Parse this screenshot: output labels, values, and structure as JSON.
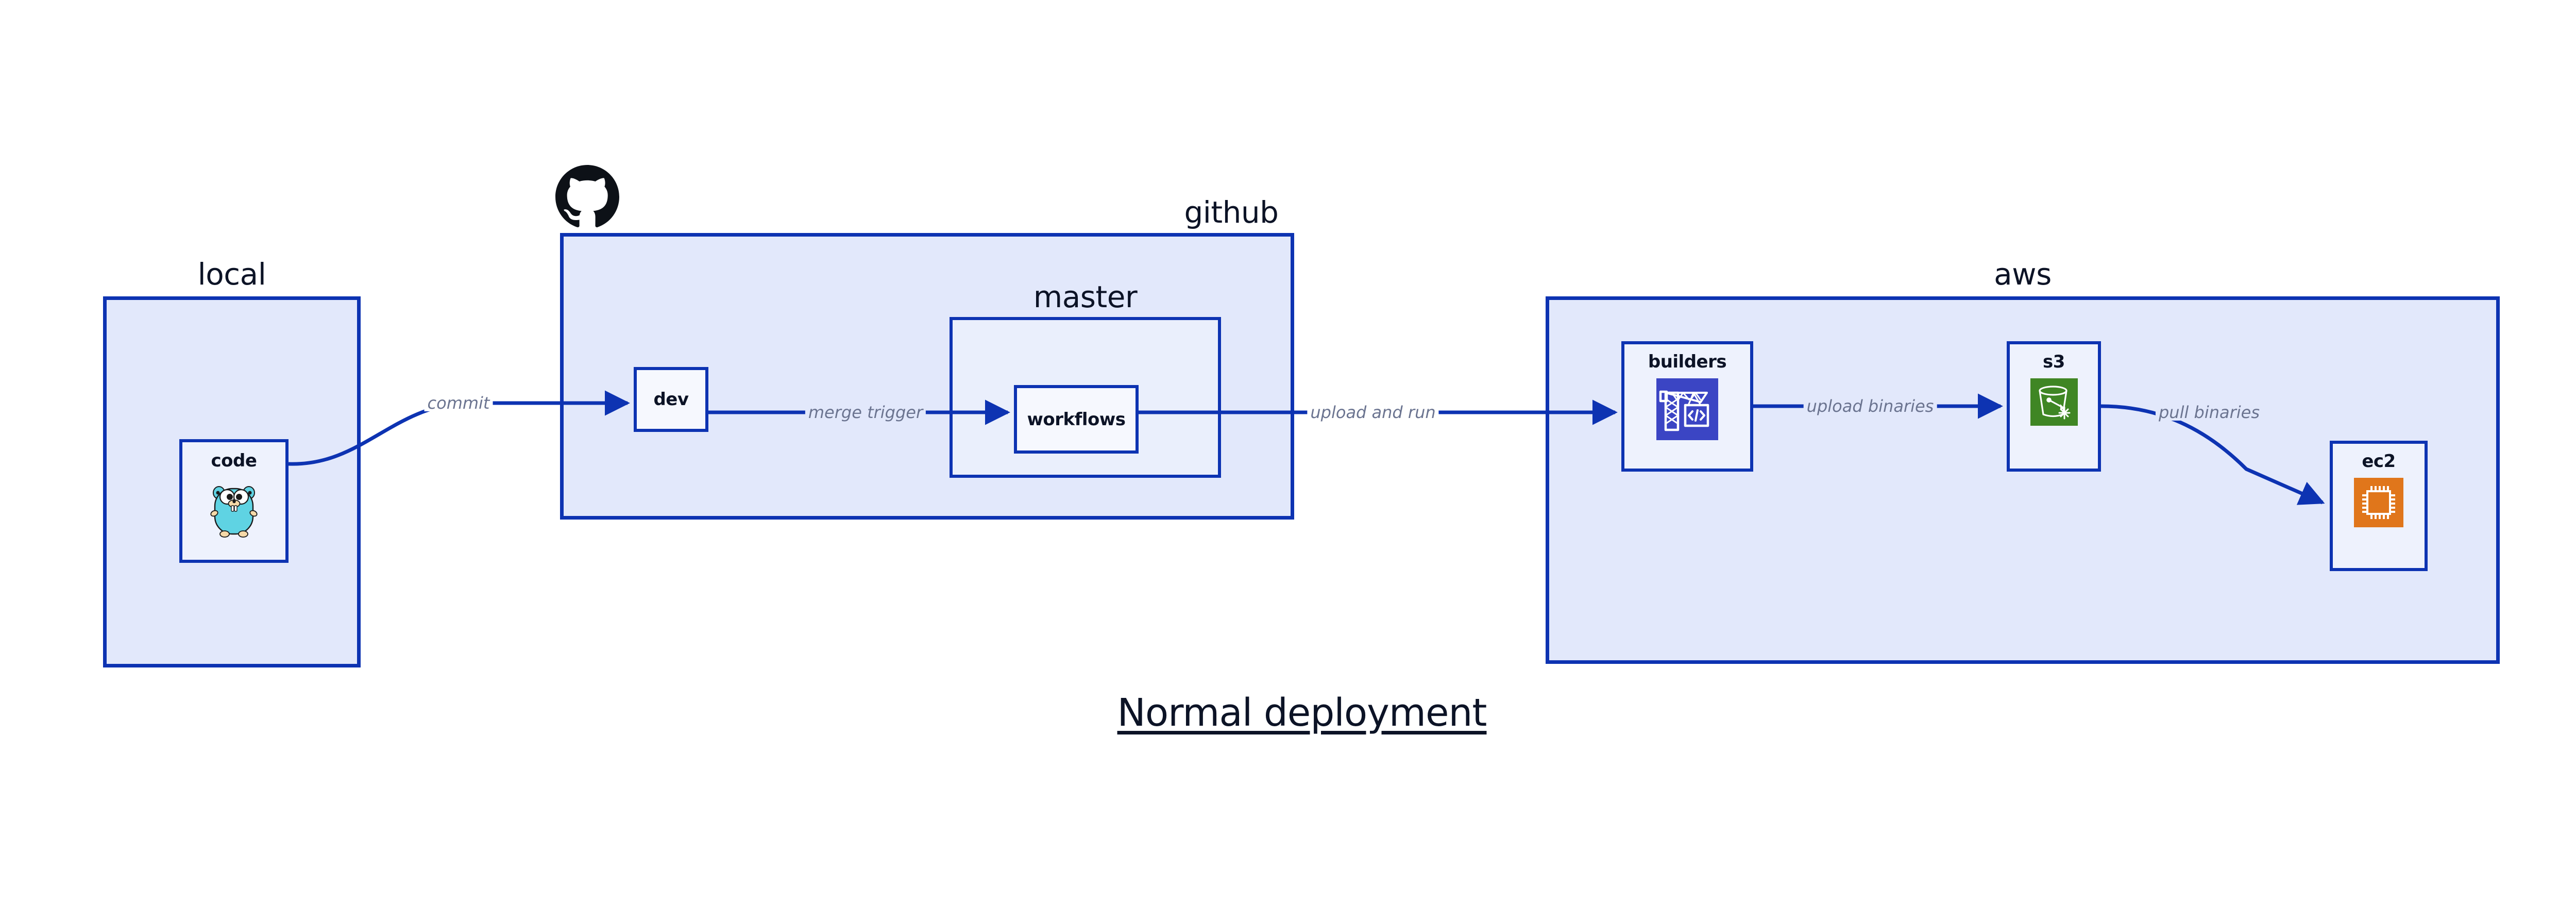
{
  "diagram": {
    "title": "Normal deployment",
    "accent_border": "#0d33b2",
    "group_fill": "#e2e8fb",
    "node_fill": "#eef2fd",
    "label_color": "#0c1326",
    "edge_label_color": "#6b7490"
  },
  "groups": [
    {
      "id": "local",
      "label": "local"
    },
    {
      "id": "github",
      "label": "github"
    },
    {
      "id": "master",
      "label": "master"
    },
    {
      "id": "aws",
      "label": "aws"
    }
  ],
  "nodes": [
    {
      "id": "code",
      "label": "code",
      "icon": "go-gopher-icon",
      "icon_color": "#5fd3e3"
    },
    {
      "id": "dev",
      "label": "dev",
      "icon": null,
      "icon_color": null
    },
    {
      "id": "workflows",
      "label": "workflows",
      "icon": null,
      "icon_color": null
    },
    {
      "id": "builders",
      "label": "builders",
      "icon": "aws-crane-builder-icon",
      "icon_color": "#3b45c4"
    },
    {
      "id": "s3",
      "label": "s3",
      "icon": "aws-s3-bucket-icon",
      "icon_color": "#3f8624"
    },
    {
      "id": "ec2",
      "label": "ec2",
      "icon": "aws-ec2-chip-icon",
      "icon_color": "#e0761b"
    }
  ],
  "edges": [
    {
      "id": "commit",
      "from": "code",
      "to": "dev",
      "label": "commit"
    },
    {
      "id": "merge-trigger",
      "from": "dev",
      "to": "workflows",
      "label": "merge trigger"
    },
    {
      "id": "upload-and-run",
      "from": "workflows",
      "to": "builders",
      "label": "upload and run"
    },
    {
      "id": "upload-binaries",
      "from": "builders",
      "to": "s3",
      "label": "upload binaries"
    },
    {
      "id": "pull-binaries",
      "from": "s3",
      "to": "ec2",
      "label": "pull binaries"
    }
  ],
  "logos": [
    {
      "id": "github-logo",
      "name": "github-octocat-icon",
      "color": "#0d1117"
    }
  ]
}
